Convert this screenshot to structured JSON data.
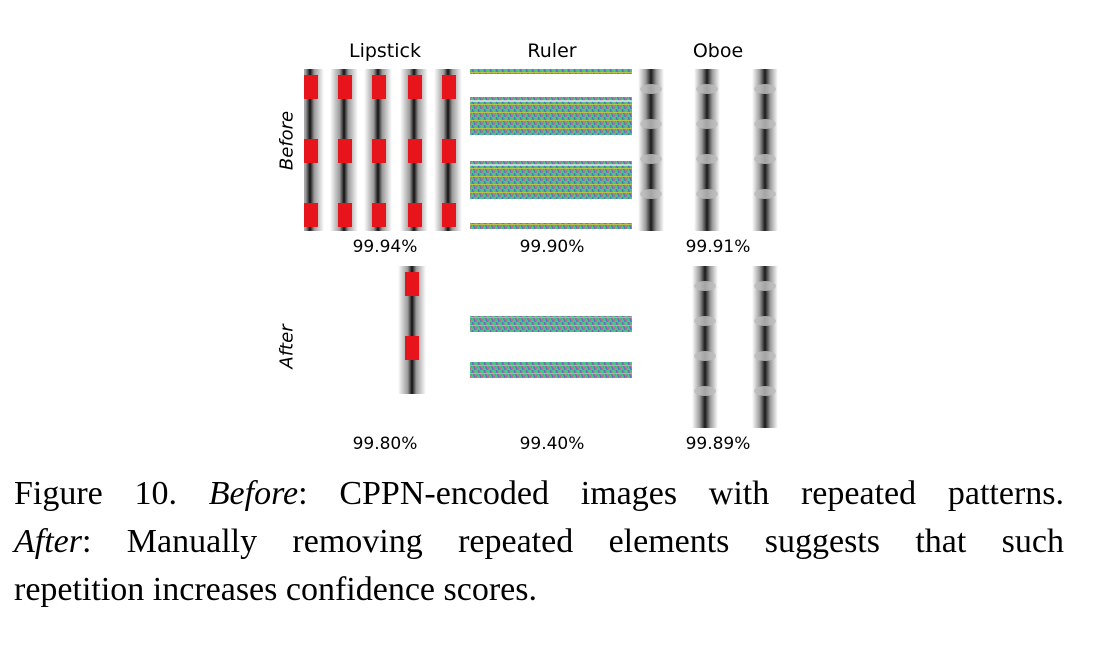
{
  "figure": {
    "columns": [
      "Lipstick",
      "Ruler",
      "Oboe"
    ],
    "rows": [
      {
        "label": "Before",
        "scores": [
          "99.94%",
          "99.90%",
          "99.91%"
        ]
      },
      {
        "label": "After",
        "scores": [
          "99.80%",
          "99.40%",
          "99.89%"
        ]
      }
    ]
  },
  "caption": {
    "number": "Figure 10.",
    "before_term": "Before",
    "line1_rest": ": CPPN-encoded images with repeated patterns.",
    "after_term": "After",
    "line2_rest": ":  Manually removing repeated elements suggests that such",
    "line3": "repetition increases confidence scores."
  },
  "colors": {
    "lipstick_red": "#e8141c",
    "ruler_green": "#45c88a",
    "oboe_dark": "#1a1a1a",
    "oboe_light": "#bdbdbd"
  },
  "icons": [
    "cppn-lipstick-image",
    "cppn-ruler-image",
    "cppn-oboe-image"
  ]
}
